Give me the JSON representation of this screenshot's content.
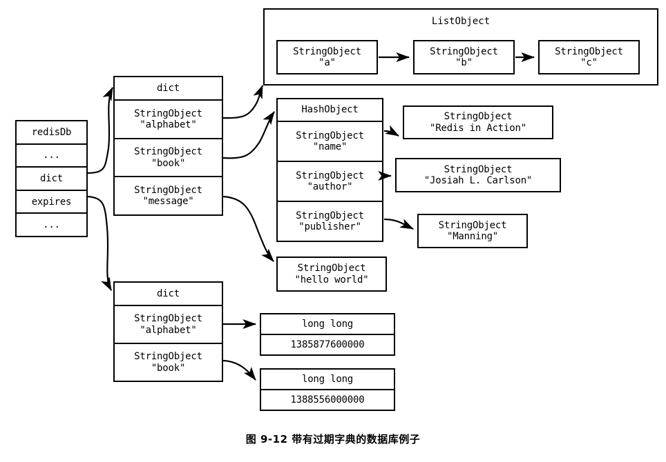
{
  "figure": {
    "caption": "图 9-12  带有过期字典的数据库例子",
    "stroke_color": "#000000",
    "background_color": "#ffffff"
  },
  "redis_db": {
    "name": "redisDb",
    "rows": [
      {
        "label": "redisDb"
      },
      {
        "label": "..."
      },
      {
        "label": "dict"
      },
      {
        "label": "expires"
      },
      {
        "label": "..."
      }
    ]
  },
  "main_dict": {
    "header": "dict",
    "entries": [
      {
        "type": "StringObject",
        "value": "\"alphabet\""
      },
      {
        "type": "StringObject",
        "value": "\"book\""
      },
      {
        "type": "StringObject",
        "value": "\"message\""
      }
    ]
  },
  "list_object": {
    "title": "ListObject",
    "items": [
      {
        "type": "StringObject",
        "value": "\"a\""
      },
      {
        "type": "StringObject",
        "value": "\"b\""
      },
      {
        "type": "StringObject",
        "value": "\"c\""
      }
    ]
  },
  "hash_object": {
    "header": "HashObject",
    "fields": [
      {
        "type": "StringObject",
        "value": "\"name\""
      },
      {
        "type": "StringObject",
        "value": "\"author\""
      },
      {
        "type": "StringObject",
        "value": "\"publisher\""
      }
    ],
    "values": [
      {
        "type": "StringObject",
        "value": "\"Redis in Action\""
      },
      {
        "type": "StringObject",
        "value": "\"Josiah L. Carlson\""
      },
      {
        "type": "StringObject",
        "value": "\"Manning\""
      }
    ]
  },
  "message_value": {
    "type": "StringObject",
    "value": "\"hello world\""
  },
  "expires_dict": {
    "header": "dict",
    "entries": [
      {
        "type": "StringObject",
        "value": "\"alphabet\""
      },
      {
        "type": "StringObject",
        "value": "\"book\""
      }
    ],
    "values": [
      {
        "type": "long long",
        "value": "1385877600000"
      },
      {
        "type": "long long",
        "value": "1388556000000"
      }
    ]
  }
}
